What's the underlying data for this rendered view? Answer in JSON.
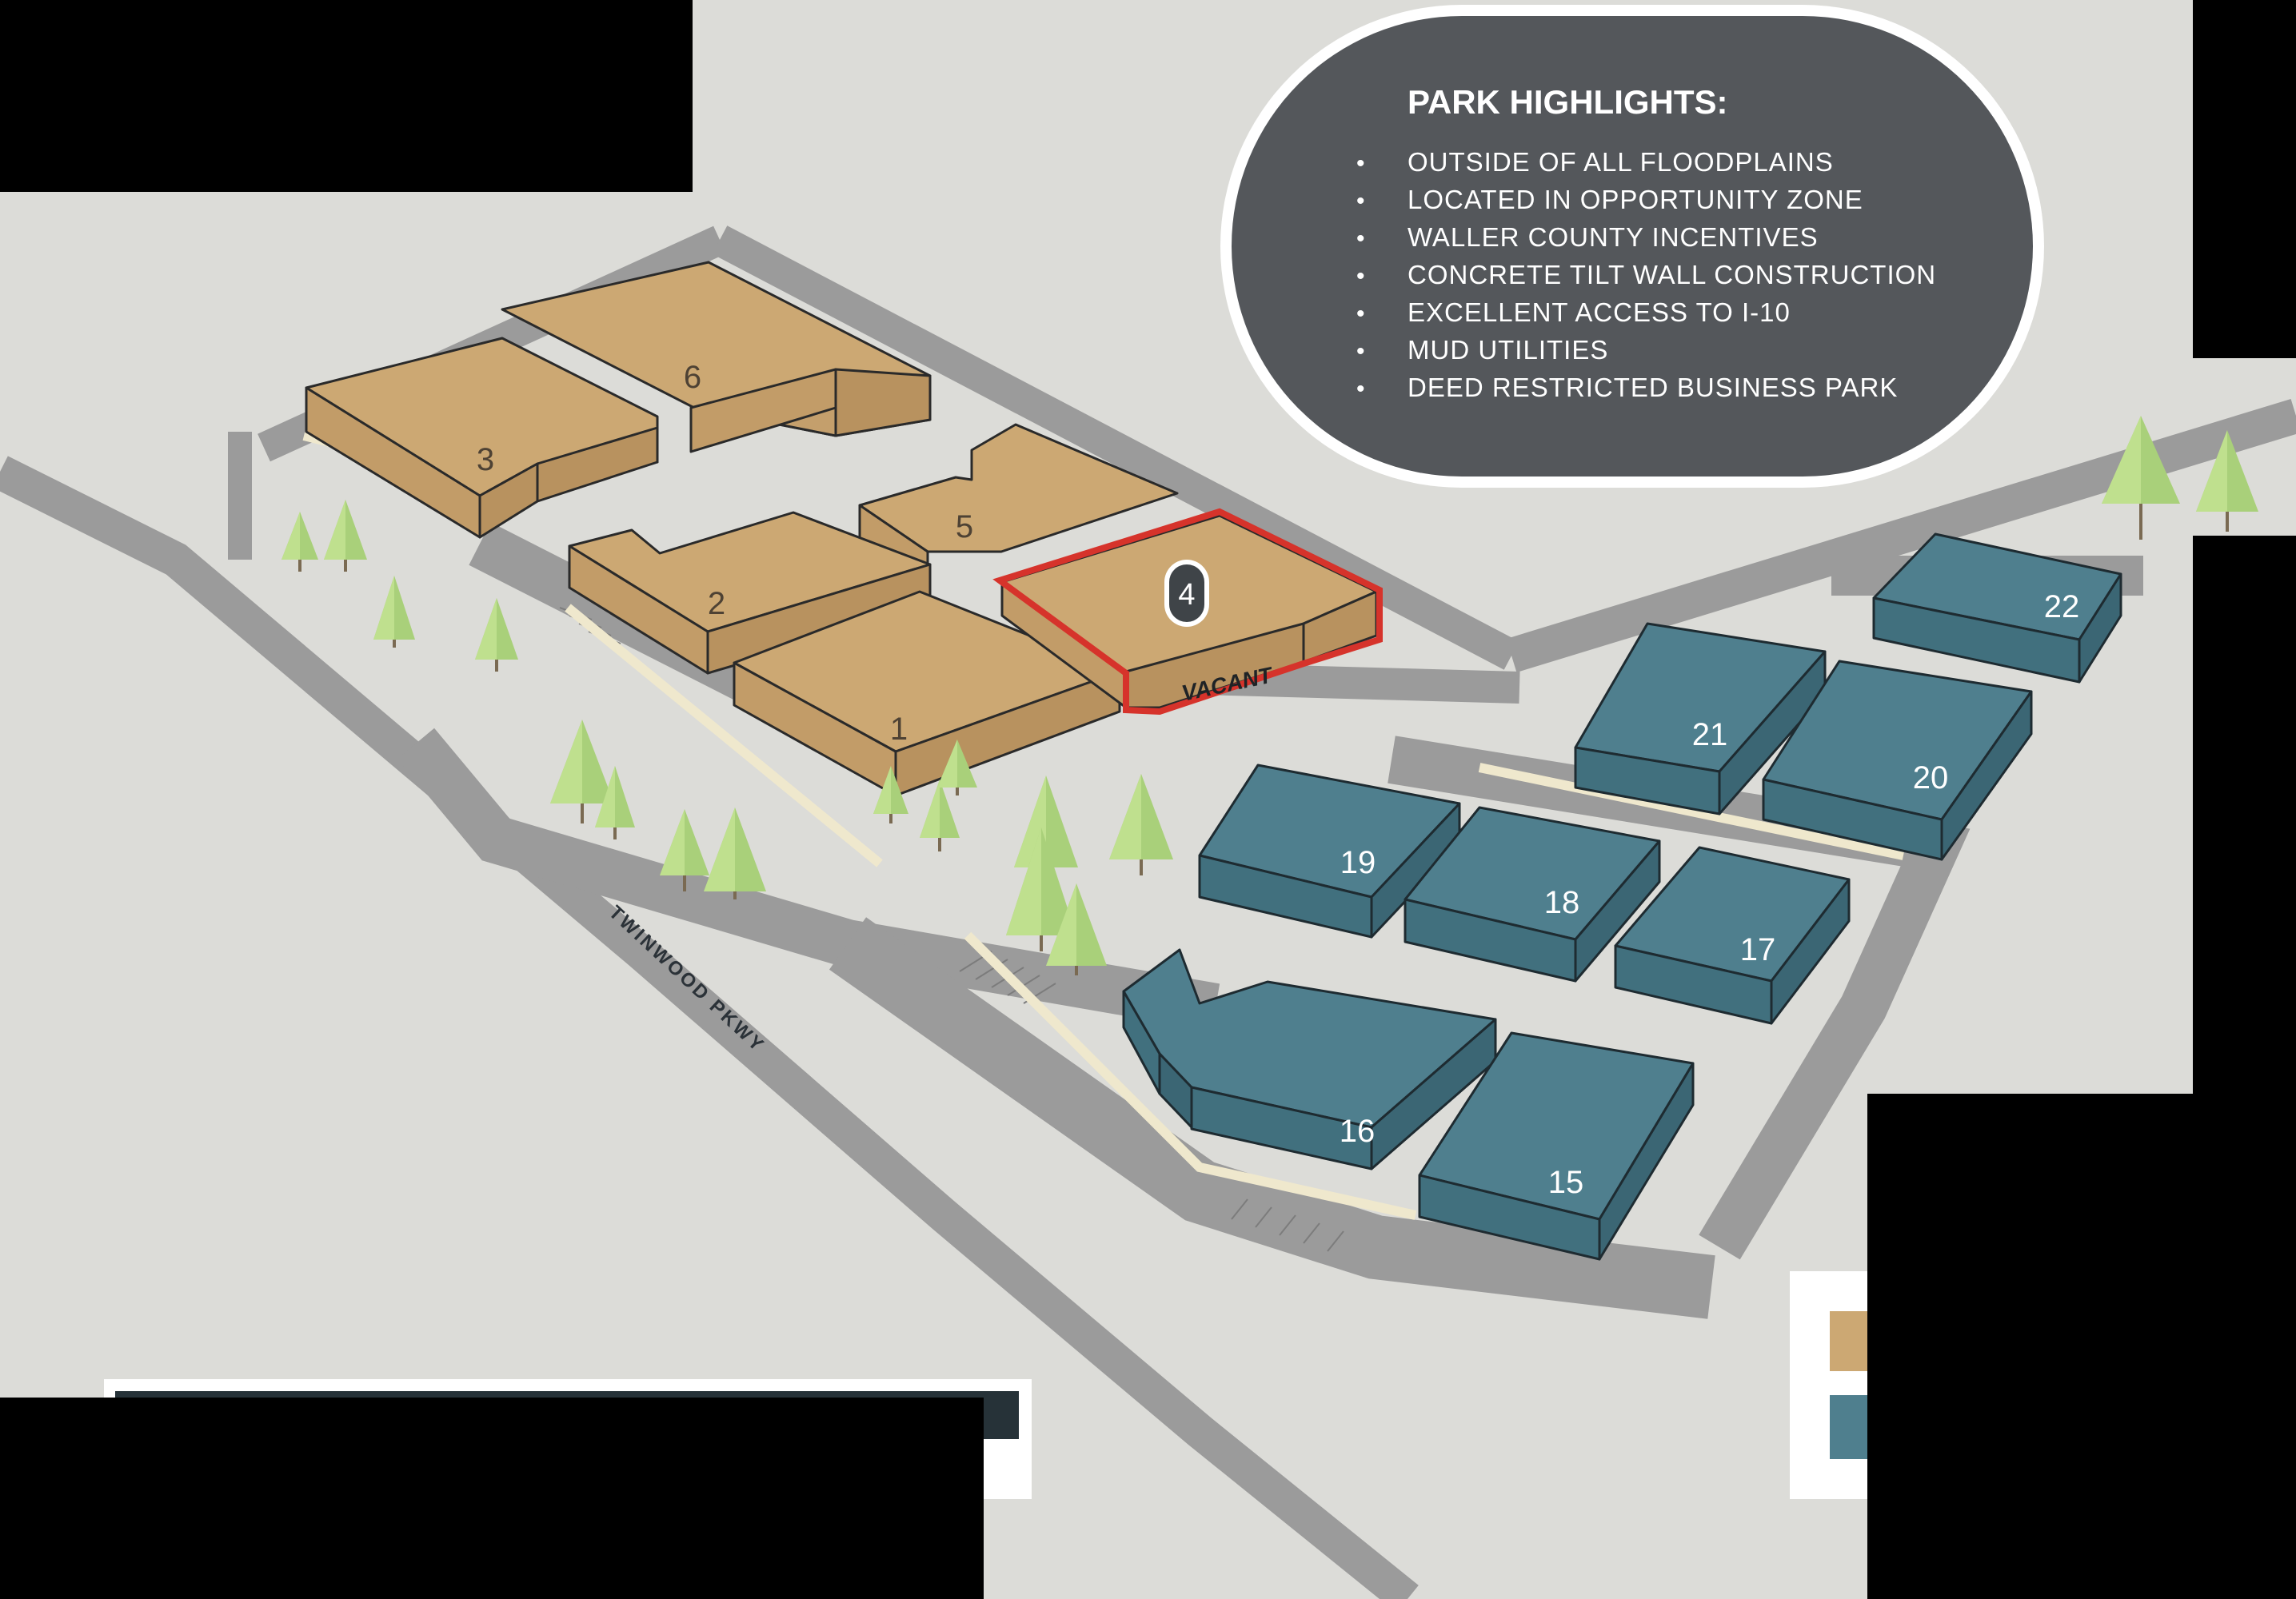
{
  "highlights": {
    "title": "PARK HIGHLIGHTS:",
    "items": [
      "OUTSIDE OF ALL FLOODPLAINS",
      "LOCATED IN OPPORTUNITY ZONE",
      "WALLER COUNTY INCENTIVES",
      "CONCRETE TILT WALL CONSTRUCTION",
      "EXCELLENT ACCESS TO I-10",
      "MUD UTILITIES",
      "DEED RESTRICTED BUSINESS PARK"
    ]
  },
  "road_label": "TWINWOOD PKWY",
  "buildings": {
    "b1": "1",
    "b2": "2",
    "b3": "3",
    "b4": "4",
    "b5": "5",
    "b6": "6",
    "b15": "15",
    "b16": "16",
    "b17": "17",
    "b18": "18",
    "b19": "19",
    "b20": "20",
    "b21": "21",
    "b22": "22"
  },
  "vacant_label": "VACANT",
  "colors": {
    "background": "#dcdcd8",
    "road": "#9b9b9b",
    "tan_building": "#cca873",
    "blue_building": "#4f7f8e",
    "highlight_outline": "#d6332b",
    "panel": "#54575b",
    "tree": "#a9d07a"
  }
}
